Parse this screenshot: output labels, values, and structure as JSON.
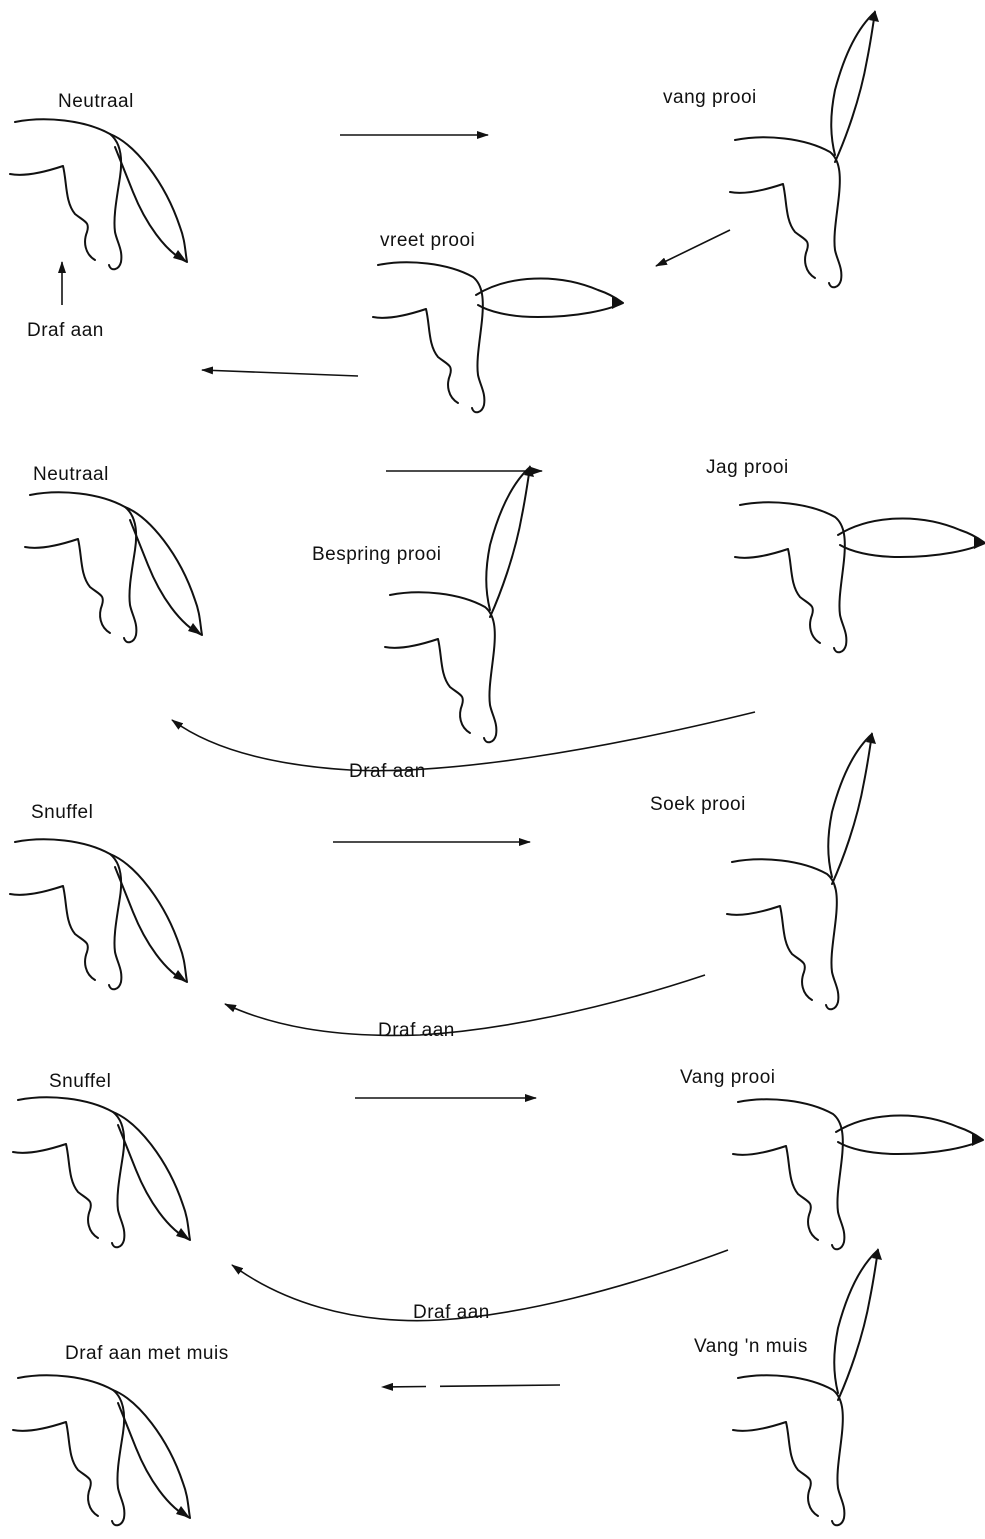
{
  "labels": {
    "neutraal_1": "Neutraal",
    "draf_aan_top": "Draf aan",
    "vang_prooi": "vang prooi",
    "vreet_prooi": "vreet prooi",
    "neutraal_2": "Neutraal",
    "jag_prooi": "Jag prooi",
    "bespring_prooi": "Bespring prooi",
    "draf_aan_1": "Draf aan",
    "snuffel_1": "Snuffel",
    "soek_prooi": "Soek prooi",
    "draf_aan_2": "Draf aan",
    "snuffel_2": "Snuffel",
    "vang_prooi_2": "Vang prooi",
    "draf_aan_3": "Draf aan",
    "draf_aan_met_muis": "Draf aan met muis",
    "vang_n_muis": "Vang 'n muis"
  },
  "colors": {
    "ink": "#111111",
    "background": "#ffffff"
  }
}
